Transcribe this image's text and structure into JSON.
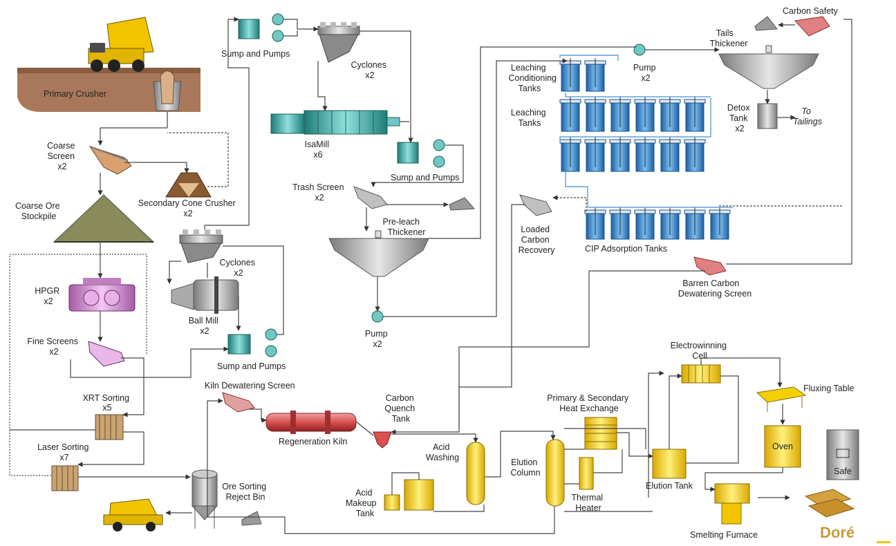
{
  "diagram": {
    "labels": {
      "primary_crusher": "Primary Crusher",
      "coarse_screen": [
        "Coarse",
        "Screen",
        "x2"
      ],
      "secondary_cone_crusher": [
        "Secondary Cone Crusher",
        "x2"
      ],
      "coarse_ore_stockpile": [
        "Coarse Ore",
        "Stockpile"
      ],
      "hpgr": [
        "HPGR",
        "x2"
      ],
      "fine_screens": [
        "Fine Screens",
        "x2"
      ],
      "xrt_sorting": [
        "XRT Sorting",
        "x5"
      ],
      "laser_sorting": [
        "Laser Sorting",
        "x7"
      ],
      "ore_sorting_reject_bin": [
        "Ore Sorting",
        "Reject Bin"
      ],
      "sump_pumps_top": "Sump and Pumps",
      "cyclones_top": [
        "Cyclones",
        "x2"
      ],
      "isamill": [
        "IsaMill",
        "x6"
      ],
      "sump_pumps_mid": "Sump and Pumps",
      "trash_screen": [
        "Trash Screen",
        "x2"
      ],
      "pre_leach_thickener": [
        "Pre-leach",
        "Thickener"
      ],
      "pump_mid": [
        "Pump",
        "x2"
      ],
      "cyclones_lower": [
        "Cyclones",
        "x2"
      ],
      "ball_mill": [
        "Ball Mill",
        "x2"
      ],
      "sump_pumps_lower": "Sump and Pumps",
      "kiln_dewatering_screen": "Kiln Dewatering Screen",
      "regeneration_kiln": "Regeneration Kiln",
      "carbon_quench_tank": [
        "Carbon",
        "Quench",
        "Tank"
      ],
      "acid_washing": [
        "Acid",
        "Washing"
      ],
      "acid_makeup_tank": [
        "Acid",
        "Makeup",
        "Tank"
      ],
      "elution_column": [
        "Elution",
        "Column"
      ],
      "primary_secondary_heat_exchange": [
        "Primary & Secondary",
        "Heat Exchange"
      ],
      "thermal_heater": [
        "Thermal",
        "Heater"
      ],
      "electrowinning_cell": [
        "Electrowinning",
        "Cell"
      ],
      "elution_tank": "Elution Tank",
      "fluxing_table": "Fluxing Table",
      "oven": "Oven",
      "safe": "Safe",
      "smelting_furnace": "Smelting Furnace",
      "dore": "Doré",
      "leaching_conditioning_tanks": [
        "Leaching",
        "Conditioning",
        "Tanks"
      ],
      "leaching_tanks": [
        "Leaching",
        "Tanks"
      ],
      "pump_top": [
        "Pump",
        "x2"
      ],
      "tails_thickener": [
        "Tails",
        "Thickener"
      ],
      "carbon_safety": "Carbon Safety",
      "detox_tank": [
        "Detox",
        "Tank",
        "x2"
      ],
      "to_tailings": [
        "To",
        "Tailings"
      ],
      "loaded_carbon_recovery": [
        "Loaded",
        "Carbon",
        "Recovery"
      ],
      "cip_adsorption_tanks": "CIP Adsorption Tanks",
      "barren_carbon_dewatering_screen": [
        "Barren Carbon",
        "Dewatering Screen"
      ]
    },
    "colors": {
      "line": "#444444",
      "tank_blue": "#3a8fd6",
      "teal": "#3aa9a4",
      "gold": "#f2c400",
      "pink": "#d89ad9",
      "red": "#d9504f",
      "grey": "#9a9a9a",
      "ground": "#a9785a"
    }
  }
}
